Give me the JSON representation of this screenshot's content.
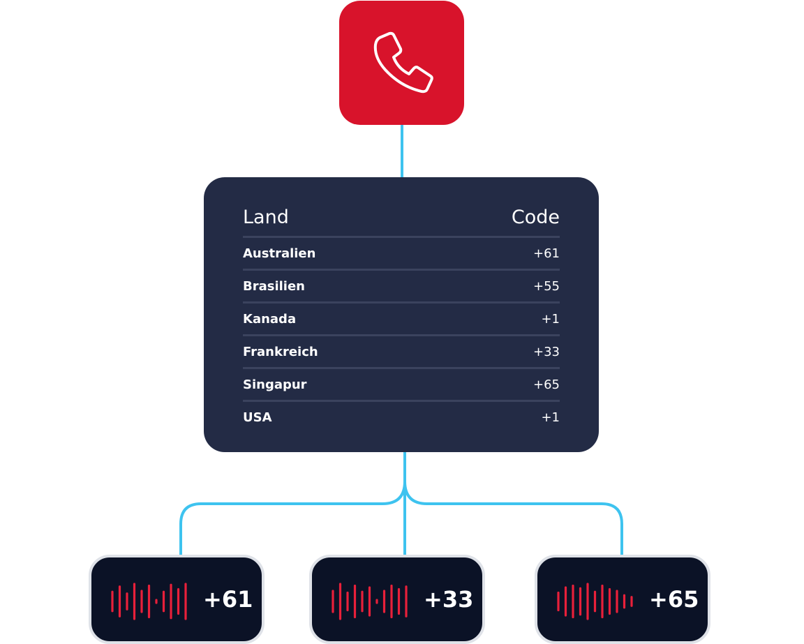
{
  "colors": {
    "accent": "#d8132b",
    "connector": "#3ec3ef",
    "card_bg": "#232b45",
    "call_bg": "#0b1226",
    "wave": "#e8203a"
  },
  "phone": {
    "icon": "phone-icon"
  },
  "table": {
    "header": {
      "country": "Land",
      "code": "Code"
    },
    "rows": [
      {
        "country": "Australien",
        "code": "+61"
      },
      {
        "country": "Brasilien",
        "code": "+55"
      },
      {
        "country": "Kanada",
        "code": "+1"
      },
      {
        "country": "Frankreich",
        "code": "+33"
      },
      {
        "country": "Singapur",
        "code": "+65"
      },
      {
        "country": "USA",
        "code": "+1"
      }
    ]
  },
  "calls": [
    {
      "code": "+61",
      "icon": "waveform-icon"
    },
    {
      "code": "+33",
      "icon": "waveform-icon"
    },
    {
      "code": "+65",
      "icon": "waveform-icon"
    }
  ]
}
